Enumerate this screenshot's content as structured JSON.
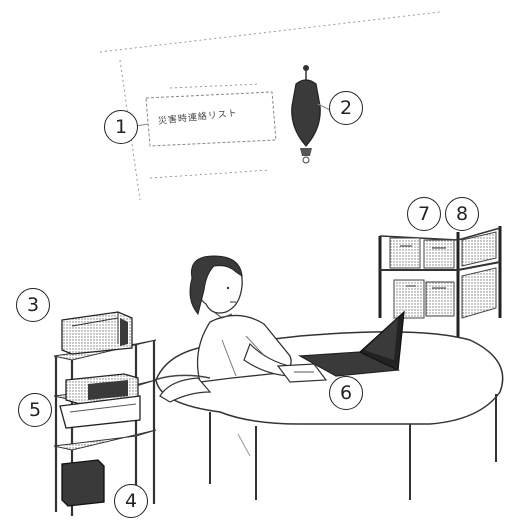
{
  "figure": {
    "poster_text": "災害時連絡リスト",
    "labels": {
      "n1": "1",
      "n2": "2",
      "n3": "3",
      "n4": "4",
      "n5": "5",
      "n6": "6",
      "n7": "7",
      "n8": "8"
    }
  },
  "colors": {
    "line": "#333333",
    "shade": "#555555",
    "dark": "#2a2a2a",
    "light": "#e8e8e8"
  }
}
